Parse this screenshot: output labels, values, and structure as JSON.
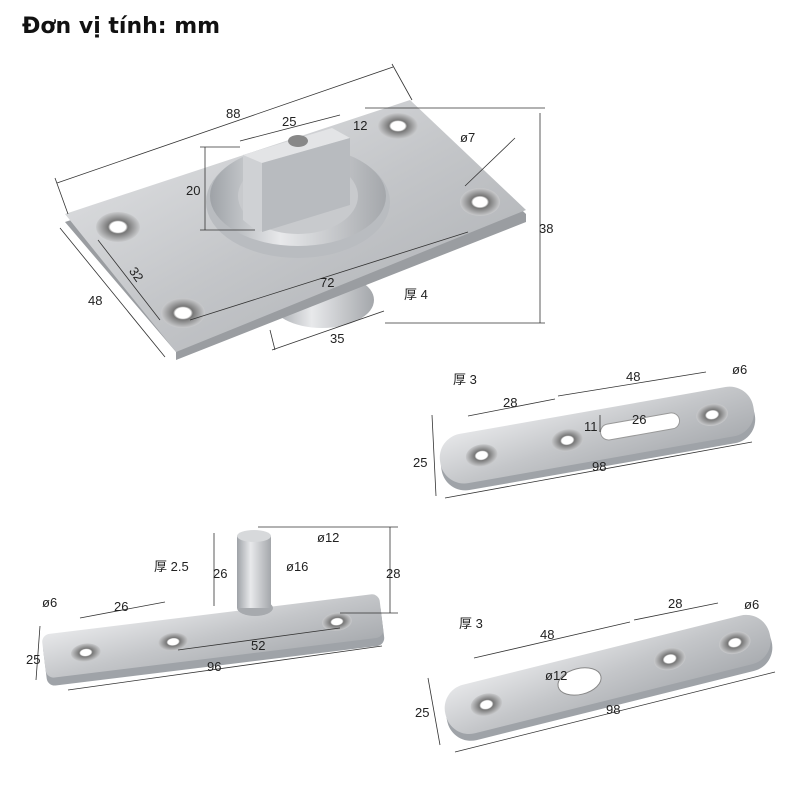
{
  "title": "Đơn vị tính: mm",
  "parts": {
    "top_pivot": {
      "overall_length": "88",
      "post_width": "25",
      "post_depth": "12",
      "hole_diameter": "ø7",
      "post_height": "20",
      "total_height": "38",
      "plate_width": "48",
      "hole_spacing_short": "32",
      "hole_spacing_long": "72",
      "thickness": "厚 4",
      "boss_diameter": "35"
    },
    "slot_plate": {
      "thickness": "厚 3",
      "spacing_a": "28",
      "spacing_b": "48",
      "hole_diameter": "ø6",
      "slot_width": "11",
      "slot_length": "26",
      "width": "25",
      "length": "98"
    },
    "pin_plate": {
      "thickness": "厚 2.5",
      "hole_diameter": "ø6",
      "spacing_a": "26",
      "pin_diameter": "ø12",
      "pin_height": "26",
      "collar_diameter": "ø16",
      "total_height": "28",
      "spacing_b": "52",
      "length": "96",
      "width": "25"
    },
    "hole_plate": {
      "thickness": "厚 3",
      "spacing_a": "48",
      "spacing_b": "28",
      "hole_diameter": "ø6",
      "center_hole": "ø12",
      "width": "25",
      "length": "98"
    }
  }
}
